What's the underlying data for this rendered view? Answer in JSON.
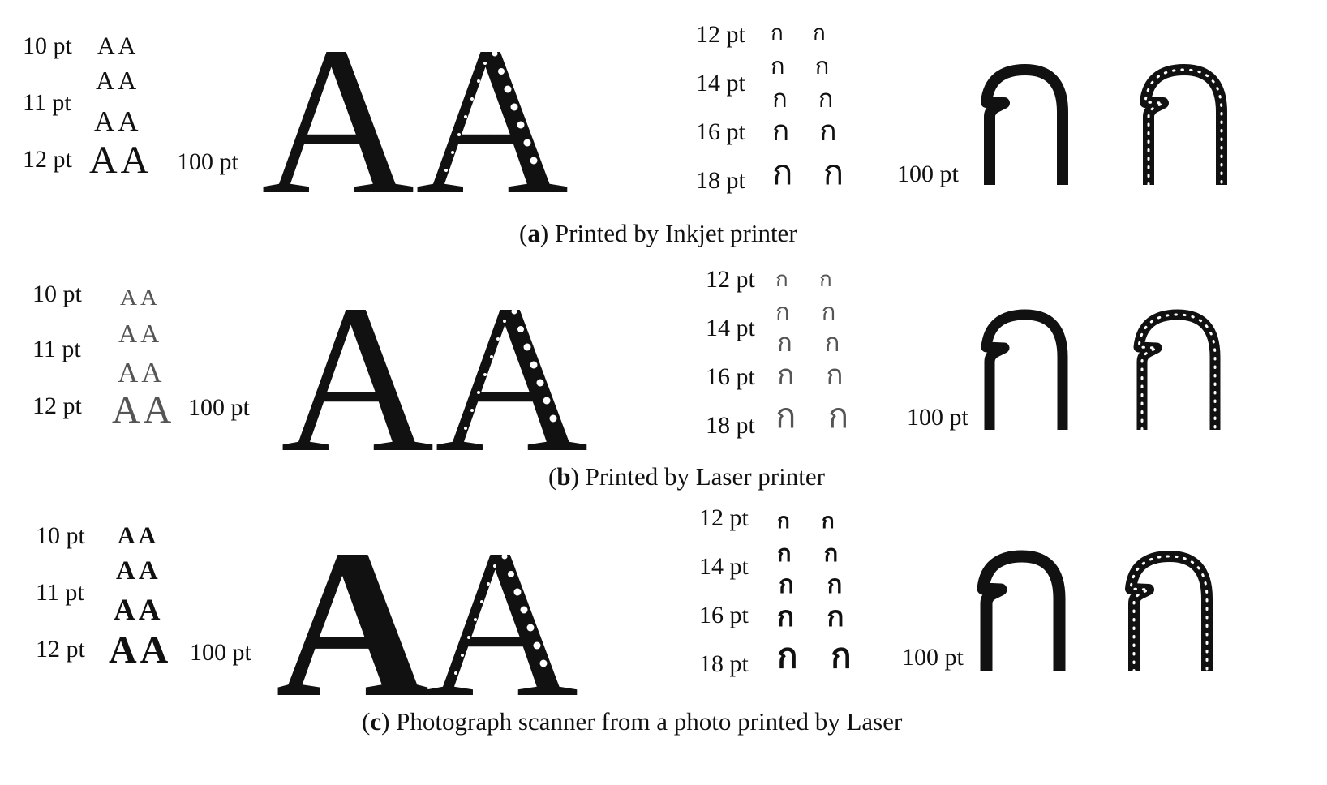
{
  "glyphs": {
    "latin": "A",
    "thai": "ก"
  },
  "panels": [
    {
      "id": "a",
      "caption_letter": "a",
      "caption_text": "Printed by Inkjet printer",
      "latin_sizes": [
        "10 pt",
        "11 pt",
        "12 pt"
      ],
      "big_size": "100 pt",
      "thai_sizes": [
        "12 pt",
        "14 pt",
        "16 pt",
        "18 pt"
      ],
      "thai_big_size": "100 pt"
    },
    {
      "id": "b",
      "caption_letter": "b",
      "caption_text": "Printed by Laser printer",
      "latin_sizes": [
        "10 pt",
        "11 pt",
        "12 pt"
      ],
      "big_size": "100 pt",
      "thai_sizes": [
        "12 pt",
        "14 pt",
        "16 pt",
        "18 pt"
      ],
      "thai_big_size": "100 pt"
    },
    {
      "id": "c",
      "caption_letter": "c",
      "caption_text": "Photograph scanner from a photo printed by Laser",
      "latin_sizes": [
        "10 pt",
        "11 pt",
        "12 pt"
      ],
      "big_size": "100 pt",
      "thai_sizes": [
        "12 pt",
        "14 pt",
        "16 pt",
        "18 pt"
      ],
      "thai_big_size": "100 pt"
    }
  ]
}
